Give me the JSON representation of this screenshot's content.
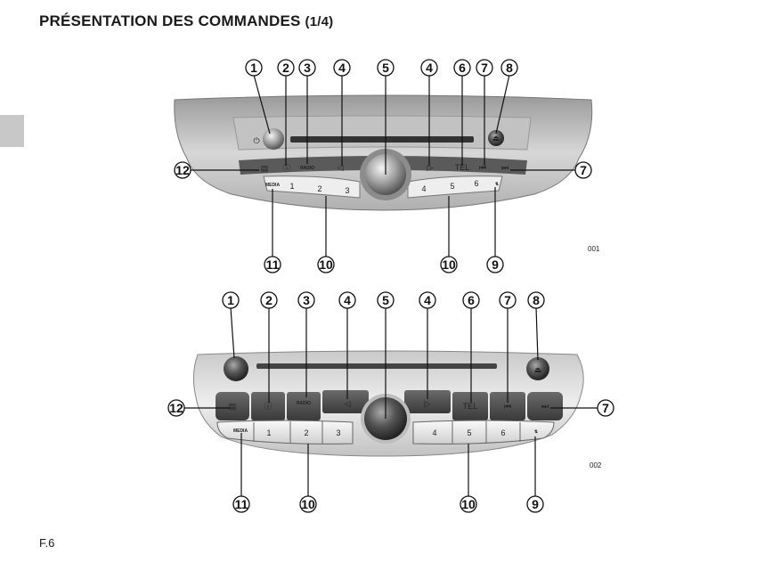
{
  "header": {
    "title": "PRÉSENTATION DES COMMANDES",
    "subtitle": "(1/4)"
  },
  "footer": {
    "page_number": "F.6"
  },
  "figures": [
    {
      "code": "001",
      "callouts": [
        "1",
        "2",
        "3",
        "4",
        "5",
        "4",
        "6",
        "7",
        "8",
        "12",
        "7",
        "11",
        "10",
        "10",
        "9"
      ],
      "buttons": {
        "tel": "TEL",
        "presets": [
          "1",
          "2",
          "3",
          "4",
          "5",
          "6"
        ],
        "radio": "RADIO",
        "media": "MEDIA"
      }
    },
    {
      "code": "002",
      "callouts": [
        "1",
        "2",
        "3",
        "4",
        "5",
        "4",
        "6",
        "7",
        "8",
        "12",
        "7",
        "11",
        "10",
        "10",
        "9"
      ],
      "buttons": {
        "tel": "TEL",
        "presets": [
          "1",
          "2",
          "3",
          "4",
          "5",
          "6"
        ],
        "radio": "RADIO",
        "media": "MEDIA"
      }
    }
  ]
}
